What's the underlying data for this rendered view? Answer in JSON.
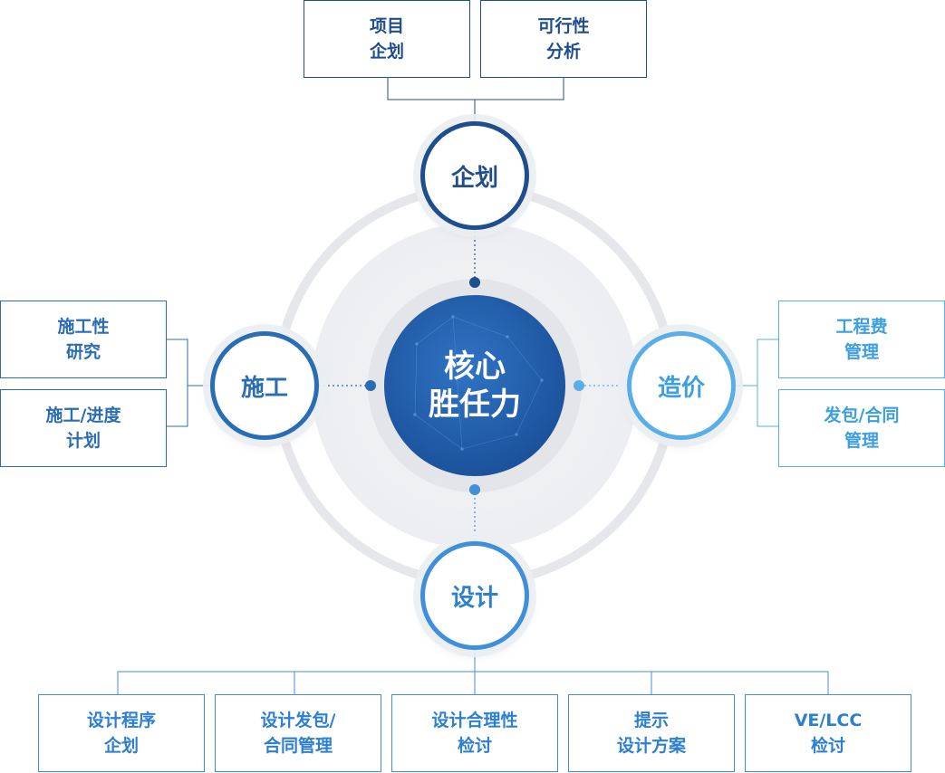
{
  "center": {
    "line1": "核心",
    "line2": "胜任力"
  },
  "nodes": {
    "planning": "企划",
    "construction": "施工",
    "cost": "造价",
    "design": "设计"
  },
  "planning_boxes": [
    {
      "line1": "项目",
      "line2": "企划"
    },
    {
      "line1": "可行性",
      "line2": "分析"
    }
  ],
  "construction_boxes": [
    {
      "line1": "施工性",
      "line2": "研究"
    },
    {
      "line1": "施工/进度",
      "line2": "计划"
    }
  ],
  "cost_boxes": [
    {
      "line1": "工程费",
      "line2": "管理"
    },
    {
      "line1": "发包/合同",
      "line2": "管理"
    }
  ],
  "design_boxes": [
    {
      "line1": "设计程序",
      "line2": "企划"
    },
    {
      "line1": "设计发包/",
      "line2": "合同管理"
    },
    {
      "line1": "设计合理性",
      "line2": "检讨"
    },
    {
      "line1": "提示",
      "line2": "设计方案"
    },
    {
      "line1": "VE/LCC",
      "line2": "检讨"
    }
  ],
  "colors": {
    "navy": "#1f4e8c",
    "mid_blue": "#2a6db5",
    "sky_blue": "#5aaee8",
    "design_blue": "#3f8fdb",
    "ring_gray": "#e6e7ea",
    "core_blue": "#1f5ba6"
  }
}
